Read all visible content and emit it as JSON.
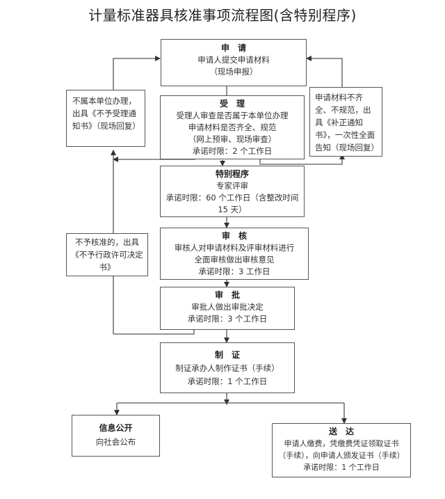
{
  "title": "计量标准器具核准事项流程图(含特别程序)",
  "steps": {
    "apply": {
      "heading": "申　请",
      "lines": [
        "申请人提交申请材料",
        "（现场申报）"
      ]
    },
    "accept": {
      "heading": "受　理",
      "lines": [
        "受理人审查是否属于本单位办理",
        "申请材料是否齐全、规范",
        "（网上预审、现场审查）",
        "承诺时限：2 个工作日"
      ]
    },
    "special": {
      "heading": "特别程序",
      "lines": [
        "专家评审",
        "承诺时限：60 个工作日（含整改时间",
        "15 天）"
      ]
    },
    "review": {
      "heading": "审　核",
      "lines": [
        "审核人对申请材料及评审材料进行",
        "全面审核做出审核意见",
        "承诺时限：3 工作日"
      ]
    },
    "approve": {
      "heading": "审　批",
      "lines": [
        "审批人做出审批决定",
        "承诺时限：3 个工作日"
      ]
    },
    "certify": {
      "heading": "制　证",
      "lines": [
        "制证承办人制作证书（手续）",
        "承诺时限：1 个工作日"
      ]
    },
    "publish": {
      "heading": "信息公开",
      "lines": [
        "向社会公布"
      ]
    },
    "deliver": {
      "heading": "送　达",
      "lines": [
        "申请人缴费，凭缴费凭证领取证书",
        "（手续），向申请人颁发证书（手续）",
        "承诺时限：1 个工作日"
      ]
    }
  },
  "side_notes": {
    "not_in_scope": "不属本单位办理，出具《不予受理通知书》（现场回复）",
    "incomplete": "申请材料不齐全、不规范，出具《补正通知书》，一次性全面告知（现场回复）",
    "not_approved": "不予核准的，出具《不予行政许可决定书》"
  },
  "colors": {
    "line": "#555555",
    "text": "#333333",
    "background": "#ffffff"
  }
}
